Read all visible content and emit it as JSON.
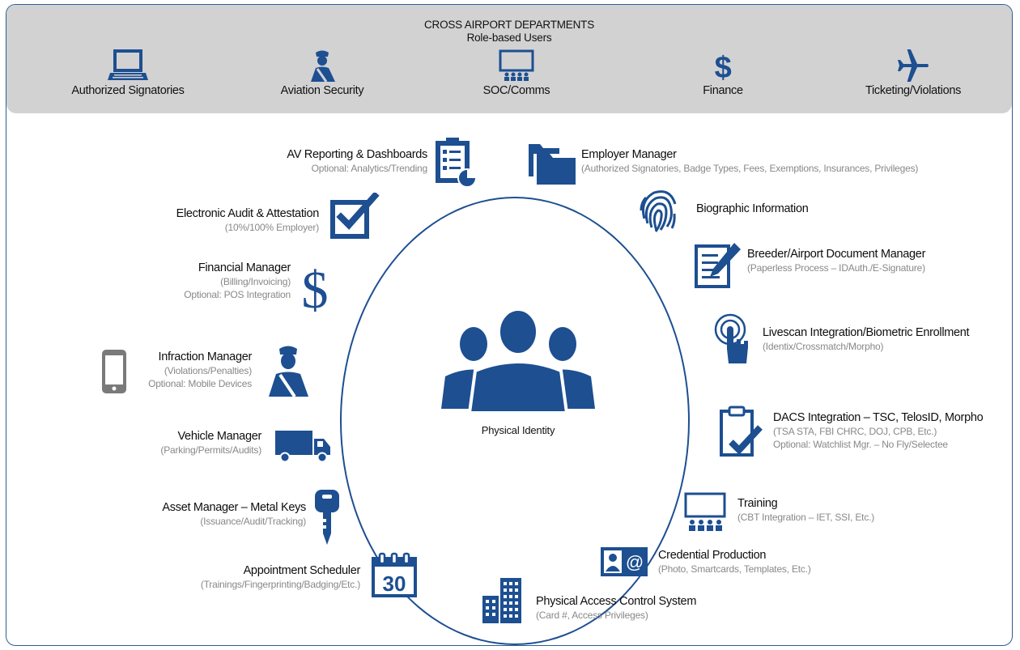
{
  "header": {
    "title": "CROSS AIRPORT DEPARTMENTS",
    "subtitle": "Role-based Users",
    "roles": [
      {
        "label": "Authorized Signatories",
        "icon": "laptop-icon"
      },
      {
        "label": "Aviation Security",
        "icon": "security-officer-icon"
      },
      {
        "label": "SOC/Comms",
        "icon": "presentation-room-icon"
      },
      {
        "label": "Finance",
        "icon": "dollar-icon"
      },
      {
        "label": "Ticketing/Violations",
        "icon": "airplane-icon"
      }
    ]
  },
  "center": {
    "label": "Physical Identity",
    "icon": "people-group-icon"
  },
  "colors": {
    "brand": "#1d4f91",
    "banner": "#d2d2d3",
    "subtext": "#888888",
    "grey_icon": "#7a7a7a"
  },
  "modules": [
    {
      "title": "AV Reporting & Dashboards",
      "lines": [
        "Optional: Analytics/Trending"
      ],
      "icon": "clipboard-checklist-icon"
    },
    {
      "title": "Employer Manager",
      "lines": [
        "(Authorized Signatories, Badge Types, Fees, Exemptions, Insurances, Privileges)"
      ],
      "icon": "folders-icon"
    },
    {
      "title": "Biographic Information",
      "lines": [],
      "icon": "fingerprint-icon"
    },
    {
      "title": "Electronic Audit & Attestation",
      "lines": [
        "(10%/100% Employer)"
      ],
      "icon": "checkbox-icon"
    },
    {
      "title": "Breeder/Airport Document Manager",
      "lines": [
        "(Paperless Process – IDAuth./E-Signature)"
      ],
      "icon": "document-pen-icon"
    },
    {
      "title": "Financial Manager",
      "lines": [
        "(Billing/Invoicing)",
        "Optional: POS Integration"
      ],
      "icon": "dollar-icon"
    },
    {
      "title": "Livescan Integration/Biometric Enrollment",
      "lines": [
        "(Identix/Crossmatch/Morpho)"
      ],
      "icon": "finger-scan-icon"
    },
    {
      "title": "Infraction Manager",
      "lines": [
        "(Violations/Penalties)",
        "Optional: Mobile Devices"
      ],
      "icon": "officer-icon"
    },
    {
      "title": "DACS Integration – TSC, TelosID, Morpho",
      "lines": [
        "(TSA STA, FBI CHRC, DOJ, CPB, Etc.)",
        "Optional: Watchlist Mgr. – No Fly/Selectee"
      ],
      "icon": "clipboard-check-icon"
    },
    {
      "title": "Vehicle Manager",
      "lines": [
        "(Parking/Permits/Audits)"
      ],
      "icon": "truck-icon"
    },
    {
      "title": "Training",
      "lines": [
        "(CBT Integration – IET, SSI, Etc.)"
      ],
      "icon": "classroom-icon"
    },
    {
      "title": "Asset Manager – Metal Keys",
      "lines": [
        "(Issuance/Audit/Tracking)"
      ],
      "icon": "key-icon"
    },
    {
      "title": "Credential Production",
      "lines": [
        "(Photo, Smartcards, Templates, Etc.)"
      ],
      "icon": "id-card-icon"
    },
    {
      "title": "Appointment Scheduler",
      "lines": [
        "(Trainings/Fingerprinting/Badging/Etc.)"
      ],
      "icon": "calendar-icon",
      "icon_text": "30"
    },
    {
      "title": "Physical Access Control System",
      "lines": [
        "(Card #, Access Privileges)"
      ],
      "icon": "buildings-icon"
    }
  ]
}
